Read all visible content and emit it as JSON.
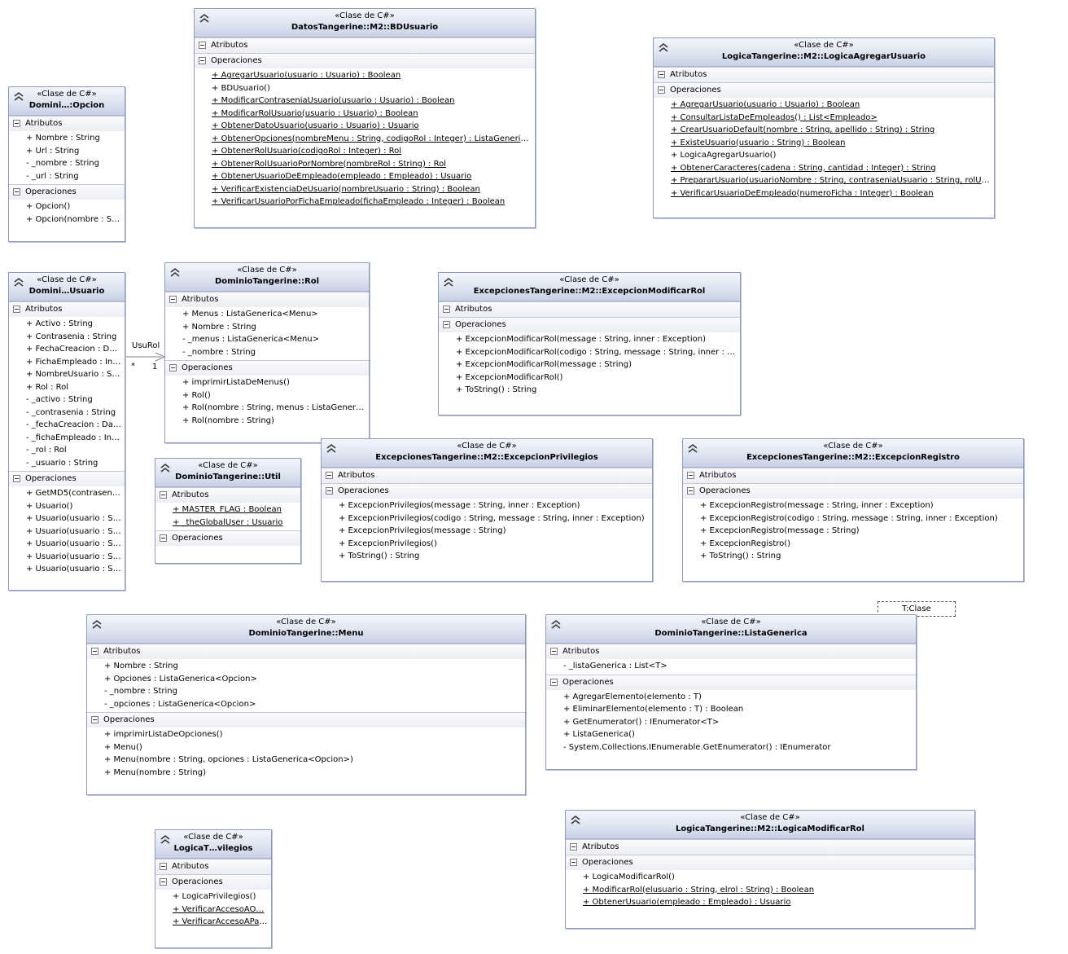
{
  "stereotype": "«Clase de C#»",
  "section_labels": {
    "attributes": "Atributos",
    "operations": "Operaciones"
  },
  "association": {
    "name": "UsuRol",
    "source_mult": "*",
    "target_mult": "1"
  },
  "template_param": "T:Clase",
  "colors": {
    "header_top": "#f4f6fb",
    "header_bottom": "#c9d1e6",
    "border": "#8e9bbf"
  },
  "classes": [
    {
      "id": "bdusuario",
      "name": "DatosTangerine::M2::BDUsuario",
      "attributes": [],
      "operations": [
        {
          "t": "+ AgregarUsuario(usuario : Usuario) : Boolean",
          "u": true
        },
        {
          "t": "+ BDUsuario()",
          "u": false
        },
        {
          "t": "+ ModificarContraseniaUsuario(usuario : Usuario) : Boolean",
          "u": true
        },
        {
          "t": "+ ModificarRolUsuario(usuario : Usuario) : Boolean",
          "u": true
        },
        {
          "t": "+ ObtenerDatoUsuario(usuario : Usuario) : Usuario",
          "u": true
        },
        {
          "t": "+ ObtenerOpciones(nombreMenu : String, codigoRol : Integer) : ListaGenerica…",
          "u": true
        },
        {
          "t": "+ ObtenerRolUsuario(codigoRol : Integer) : Rol",
          "u": true
        },
        {
          "t": "+ ObtenerRolUsuarioPorNombre(nombreRol : String) : Rol",
          "u": true
        },
        {
          "t": "+ ObtenerUsuarioDeEmpleado(empleado : Empleado) : Usuario",
          "u": true
        },
        {
          "t": "+ VerificarExistenciaDeUsuario(nombreUsuario : String) : Boolean",
          "u": true
        },
        {
          "t": "+ VerificarUsuarioPorFichaEmpleado(fichaEmpleado : Integer) : Boolean",
          "u": true
        }
      ]
    },
    {
      "id": "logicaagregarusuario",
      "name": "LogicaTangerine::M2::LogicaAgregarUsuario",
      "attributes": [],
      "operations": [
        {
          "t": "+ AgregarUsuario(usuario : Usuario) : Boolean",
          "u": true
        },
        {
          "t": "+ ConsultarListaDeEmpleados() : List<Empleado>",
          "u": true
        },
        {
          "t": "+ CrearUsuarioDefault(nombre : String, apellido : String) : String",
          "u": true
        },
        {
          "t": "+ ExisteUsuario(usuario : String) : Boolean",
          "u": true
        },
        {
          "t": "+ LogicaAgregarUsuario()",
          "u": false
        },
        {
          "t": "+ ObtenerCaracteres(cadena : String, cantidad : Integer) : String",
          "u": true
        },
        {
          "t": "+ PrepararUsuario(usuarioNombre : String, contraseniaUsuario : String, rolUsu…",
          "u": true
        },
        {
          "t": "+ VerificarUsuarioDeEmpleado(numeroFicha : Integer) : Boolean",
          "u": true
        }
      ]
    },
    {
      "id": "opcion",
      "name": "Domini…:Opcion",
      "attributes": [
        {
          "t": "+ Nombre : String",
          "u": false
        },
        {
          "t": "+ Url : String",
          "u": false
        },
        {
          "t": "- _nombre : String",
          "u": false
        },
        {
          "t": "- _url : String",
          "u": false
        }
      ],
      "operations": [
        {
          "t": "+ Opcion()",
          "u": false
        },
        {
          "t": "+ Opcion(nombre : St…",
          "u": false
        }
      ]
    },
    {
      "id": "usuario",
      "name": "Domini…Usuario",
      "attributes": [
        {
          "t": "+ Activo : String",
          "u": false
        },
        {
          "t": "+ Contrasenia : String",
          "u": false
        },
        {
          "t": "+ FechaCreacion : Dat…",
          "u": false
        },
        {
          "t": "+ FichaEmpleado : Int…",
          "u": false
        },
        {
          "t": "+ NombreUsuario : St…",
          "u": false
        },
        {
          "t": "+ Rol : Rol",
          "u": false
        },
        {
          "t": "- _activo : String",
          "u": false
        },
        {
          "t": "- _contrasenia : String",
          "u": false
        },
        {
          "t": "- _fechaCreacion : Dat…",
          "u": false
        },
        {
          "t": "- _fichaEmpleado : Int…",
          "u": false
        },
        {
          "t": "- _rol : Rol",
          "u": false
        },
        {
          "t": "- _usuario : String",
          "u": false
        }
      ],
      "operations": [
        {
          "t": "+ GetMD5(contraseni…",
          "u": false
        },
        {
          "t": "+ Usuario()",
          "u": false
        },
        {
          "t": "+ Usuario(usuario : St…",
          "u": false
        },
        {
          "t": "+ Usuario(usuario : St…",
          "u": false
        },
        {
          "t": "+ Usuario(usuario : St…",
          "u": false
        },
        {
          "t": "+ Usuario(usuario : St…",
          "u": false
        },
        {
          "t": "+ Usuario(usuario : St…",
          "u": false
        }
      ]
    },
    {
      "id": "rol",
      "name": "DominioTangerine::Rol",
      "attributes": [
        {
          "t": "+ Menus : ListaGenerica<Menu>",
          "u": false
        },
        {
          "t": "+ Nombre : String",
          "u": false
        },
        {
          "t": "-  _menus : ListaGenerica<Menu>",
          "u": false
        },
        {
          "t": "- _nombre : String",
          "u": false
        }
      ],
      "operations": [
        {
          "t": "+ imprimirListaDeMenus()",
          "u": false
        },
        {
          "t": "+ Rol()",
          "u": false
        },
        {
          "t": "+ Rol(nombre : String, menus : ListaGeneric…",
          "u": false
        },
        {
          "t": "+ Rol(nombre : String)",
          "u": false
        }
      ]
    },
    {
      "id": "excepcionmodificarrol",
      "name": "ExcepcionesTangerine::M2::ExcepcionModificarRol",
      "attributes": [],
      "operations": [
        {
          "t": "+ ExcepcionModificarRol(message : String, inner : Exception)",
          "u": false
        },
        {
          "t": "+ ExcepcionModificarRol(codigo : String, message : String, inner : Ex…",
          "u": false
        },
        {
          "t": "+ ExcepcionModificarRol(message : String)",
          "u": false
        },
        {
          "t": "+ ExcepcionModificarRol()",
          "u": false
        },
        {
          "t": "+ ToString() : String",
          "u": false
        }
      ]
    },
    {
      "id": "util",
      "name": "DominioTangerine::Util",
      "attributes": [
        {
          "t": "+ MASTER_FLAG : Boolean",
          "u": true
        },
        {
          "t": "+ _theGlobalUser : Usuario",
          "u": true
        }
      ],
      "operations": []
    },
    {
      "id": "excepcionprivilegios",
      "name": "ExcepcionesTangerine::M2::ExcepcionPrivilegios",
      "attributes": [],
      "operations": [
        {
          "t": "+ ExcepcionPrivilegios(message : String, inner : Exception)",
          "u": false
        },
        {
          "t": "+ ExcepcionPrivilegios(codigo : String, message : String, inner : Exception)",
          "u": false
        },
        {
          "t": "+ ExcepcionPrivilegios(message : String)",
          "u": false
        },
        {
          "t": "+ ExcepcionPrivilegios()",
          "u": false
        },
        {
          "t": "+ ToString() : String",
          "u": false
        }
      ]
    },
    {
      "id": "excepcionregistro",
      "name": "ExcepcionesTangerine::M2::ExcepcionRegistro",
      "attributes": [],
      "operations": [
        {
          "t": "+ ExcepcionRegistro(message : String, inner : Exception)",
          "u": false
        },
        {
          "t": "+ ExcepcionRegistro(codigo : String, message : String, inner : Exception)",
          "u": false
        },
        {
          "t": "+ ExcepcionRegistro(message : String)",
          "u": false
        },
        {
          "t": "+ ExcepcionRegistro()",
          "u": false
        },
        {
          "t": "+ ToString() : String",
          "u": false
        }
      ]
    },
    {
      "id": "menu",
      "name": "DominioTangerine::Menu",
      "attributes": [
        {
          "t": "+ Nombre : String",
          "u": false
        },
        {
          "t": "+ Opciones : ListaGenerica<Opcion>",
          "u": false
        },
        {
          "t": "- _nombre : String",
          "u": false
        },
        {
          "t": "-  _opciones : ListaGenerica<Opcion>",
          "u": false
        }
      ],
      "operations": [
        {
          "t": "+ imprimirListaDeOpciones()",
          "u": false
        },
        {
          "t": "+ Menu()",
          "u": false
        },
        {
          "t": "+ Menu(nombre : String, opciones : ListaGenerica<Opcion>)",
          "u": false
        },
        {
          "t": "+ Menu(nombre : String)",
          "u": false
        }
      ]
    },
    {
      "id": "listagenerica",
      "name": "DominioTangerine::ListaGenerica",
      "attributes": [
        {
          "t": "-  _listaGenerica : List<T>",
          "u": false
        }
      ],
      "operations": [
        {
          "t": "+ AgregarElemento(elemento : T)",
          "u": false
        },
        {
          "t": "+ EliminarElemento(elemento : T) : Boolean",
          "u": false
        },
        {
          "t": "+ GetEnumerator() : IEnumerator<T>",
          "u": false
        },
        {
          "t": "+ ListaGenerica()",
          "u": false
        },
        {
          "t": "- System.Collections.IEnumerable.GetEnumerator() : IEnumerator",
          "u": false
        }
      ]
    },
    {
      "id": "logicaprivilegios",
      "name": "LogicaT…vilegios",
      "attributes": [],
      "operations": [
        {
          "t": "+ LogicaPrivilegios()",
          "u": false
        },
        {
          "t": "+ VerificarAccesoAO…",
          "u": true
        },
        {
          "t": "+ VerificarAccesoAPag…",
          "u": true
        }
      ]
    },
    {
      "id": "logicamodificarrol",
      "name": "LogicaTangerine::M2::LogicaModificarRol",
      "attributes": [],
      "operations": [
        {
          "t": "+ LogicaModificarRol()",
          "u": false
        },
        {
          "t": "+ ModificarRol(elusuario : String, elrol : String) : Boolean",
          "u": true
        },
        {
          "t": "+ ObtenerUsuario(empleado : Empleado) : Usuario",
          "u": true
        }
      ]
    }
  ]
}
